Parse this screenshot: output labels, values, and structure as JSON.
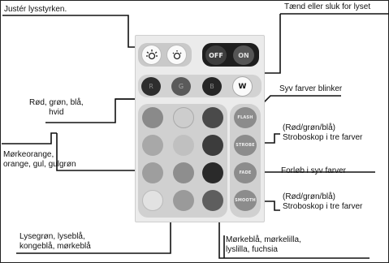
{
  "labels": {
    "brightness": "Justér lysstyrken.",
    "on_off": "Tænd eller sluk for lyset",
    "rgbw": "Rød, grøn, blå,\nhvid",
    "flash": "Syv farver blinker",
    "strobe": "(Rød/grøn/blå)\nStroboskop i tre farver",
    "oranges": "Mørkeorange,\norange, gul, gulgrøn",
    "fade": "Forløb i syv farver",
    "smooth": "(Rød/grøn/blå)\nStroboskop i tre farver",
    "greens_blues": "Lysegrøn, lyseblå,\nkongeblå, mørkeblå",
    "purples": "Mørkeblå, mørkelilla,\nlyslilla, fuchsia"
  },
  "buttons": {
    "off": "OFF",
    "on": "ON",
    "r": "R",
    "g": "G",
    "b": "B",
    "w": "W",
    "flash": "FLASH",
    "strobe": "STROBE",
    "fade": "FADE",
    "smooth": "SMOOTH"
  },
  "icons": [
    "brightness-up-icon",
    "brightness-down-icon"
  ],
  "colors": {
    "col1": [
      "#8a8a8a",
      "#a8a8a8",
      "#9e9e9e",
      "#e2e2e2"
    ],
    "col2": [
      "#cdcdcd",
      "#c0c0c0",
      "#8e8e8e",
      "#9a9a9a"
    ],
    "col3": [
      "#4a4a4a",
      "#3c3c3c",
      "#2a2a2a",
      "#5e5e5e"
    ],
    "effect": "#8c8c8c",
    "dark_button": "#3a3a3a"
  }
}
